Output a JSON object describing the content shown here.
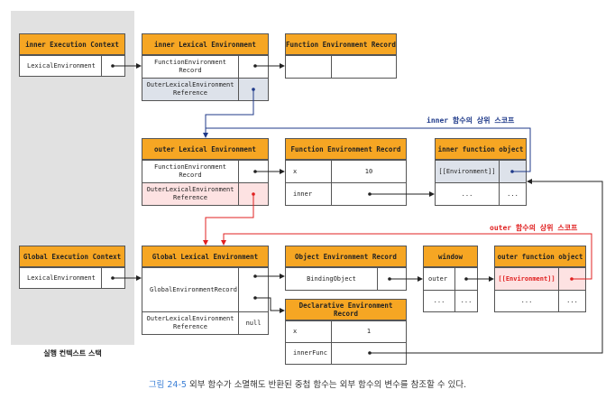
{
  "stack_label": "실행 컨텍스트 스택",
  "caption": {
    "figure": "그림 24-5",
    "text": "외부 함수가 소멸해도 반환된 중첩 함수는 외부 함수의 변수를 참조할 수 있다."
  },
  "inner_ec": {
    "title": "inner Execution Context",
    "field": "LexicalEnvironment"
  },
  "global_ec": {
    "title": "Global Execution Context",
    "field": "LexicalEnvironment"
  },
  "inner_lex": {
    "title": "inner Lexical Environment",
    "row1": "FunctionEnvironment\nRecord",
    "row2": "OuterLexicalEnvironment\nReference"
  },
  "inner_fer": {
    "title": "Function Environment Record"
  },
  "outer_lex": {
    "title": "outer Lexical Environment",
    "row1": "FunctionEnvironment\nRecord",
    "row2": "OuterLexicalEnvironment\nReference"
  },
  "outer_fer": {
    "title": "Function Environment Record",
    "rows": [
      {
        "key": "x",
        "value": "10"
      },
      {
        "key": "inner",
        "value": ""
      }
    ]
  },
  "inner_fn": {
    "title": "inner function object",
    "env_label": "[[Environment]]",
    "more1": "...",
    "more2": "..."
  },
  "inner_scope_label": "inner 함수의 상위 스코프",
  "outer_scope_label": "outer 함수의 상위 스코프",
  "global_lex": {
    "title": "Global Lexical Environment",
    "row1": "GlobalEnvironmentRecord",
    "row2": "OuterLexicalEnvironment\nReference",
    "row2_value": "null"
  },
  "obj_er": {
    "title": "Object Environment Record",
    "binding": "BindingObject"
  },
  "window": {
    "title": "window",
    "key": "outer",
    "more1": "...",
    "more2": "..."
  },
  "outer_fn": {
    "title": "outer function object",
    "env_label": "[[Environment]]",
    "more1": "...",
    "more2": "..."
  },
  "decl_er": {
    "title": "Declarative Environment Record",
    "rows": [
      {
        "key": "x",
        "value": "1"
      },
      {
        "key": "innerFunc",
        "value": ""
      }
    ]
  },
  "colors": {
    "header": "#f6a623",
    "gray": "#dde2ea",
    "pink": "#fde2e2",
    "blue": "#1f3a8a",
    "red": "#e02020"
  }
}
